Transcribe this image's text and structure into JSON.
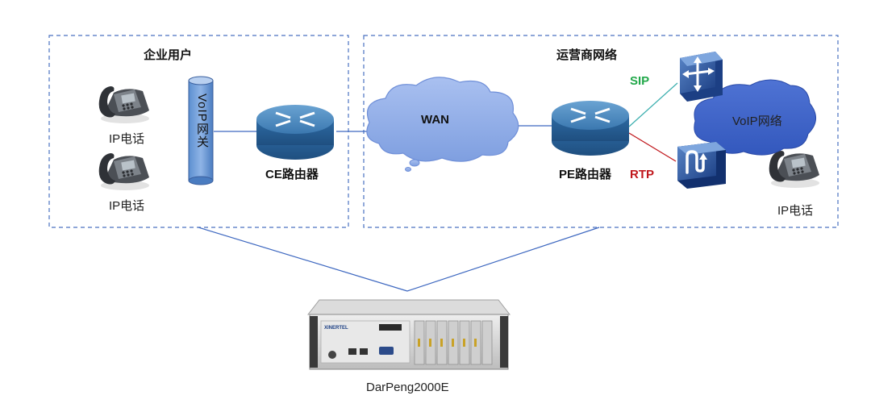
{
  "regions": {
    "enterprise_title": "企业用户",
    "carrier_title": "运营商网络"
  },
  "labels": {
    "ip_phone_1": "IP电话",
    "ip_phone_2": "IP电话",
    "ip_phone_3": "IP电话",
    "voip_gateway": "VoIP网关",
    "ce_router": "CE路由器",
    "wan": "WAN",
    "pe_router": "PE路由器",
    "sip": "SIP",
    "rtp": "RTP",
    "voip_network": "VoIP网络",
    "device": "DarPeng2000E",
    "device_brand": "XINERTEL"
  },
  "colors": {
    "border": "#4a72c0",
    "link": "#3e68c0",
    "router": "#3f7fb6",
    "cloud": "#8aa6e6",
    "sip_line": "#3fb0b0",
    "rtp_line": "#c0171c",
    "sip_text": "#22a84a",
    "rtp_text": "#c0171c"
  },
  "icons": {
    "phone": "desk-phone-icon",
    "router": "router-icon",
    "switch": "multilayer-switch-icon",
    "media_gateway": "media-gateway-icon"
  }
}
